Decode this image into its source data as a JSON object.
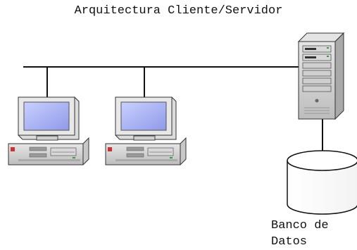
{
  "title": "Arquitectura Cliente/Servidor",
  "database": {
    "label_line1": "Banco de",
    "label_line2": "Datos"
  },
  "icons": [
    "client-computer-icon",
    "client-computer-icon",
    "server-tower-icon",
    "database-cylinder-icon"
  ],
  "colors": {
    "screen": "#a8b2ef",
    "case": "#cfcfcf",
    "outline": "#222222",
    "power_led": "#d03030"
  }
}
